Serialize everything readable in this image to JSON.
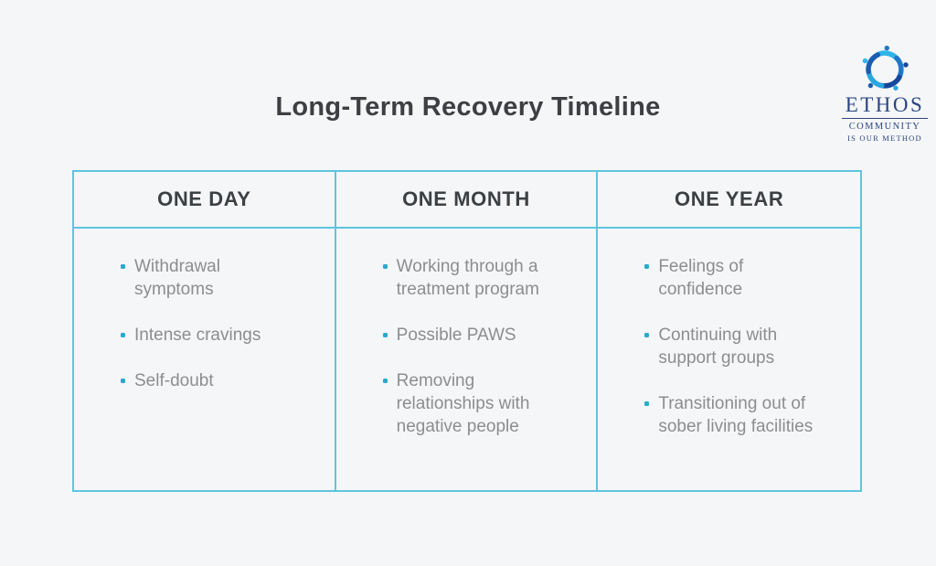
{
  "page": {
    "background_color": "#f5f6f8"
  },
  "header": {
    "title": "Long-Term Recovery Timeline",
    "title_color": "#3e3f42"
  },
  "logo": {
    "wordmark": "ETHOS",
    "tagline_line1": "COMMUNITY",
    "tagline_line2": "IS OUR METHOD",
    "icon": "circle-of-people-icon",
    "navy_color": "#2a4680",
    "icon_blues": [
      "#2fb4e9",
      "#1e78c8",
      "#15479c",
      "#29a6e0",
      "#1b5cb0"
    ]
  },
  "table": {
    "border_color": "#5fc5df",
    "bullet_color": "#29aacd",
    "header_text_color": "#3c4043",
    "body_text_color": "#8c8d8f",
    "columns": [
      {
        "header": "ONE DAY",
        "items": [
          "Withdrawal symptoms",
          "Intense cravings",
          "Self-doubt"
        ]
      },
      {
        "header": "ONE MONTH",
        "items": [
          "Working through a treatment program",
          "Possible PAWS",
          "Removing relationships with negative people"
        ]
      },
      {
        "header": "ONE YEAR",
        "items": [
          "Feelings of confidence",
          "Continuing with support groups",
          "Transitioning out of sober living facilities"
        ]
      }
    ]
  }
}
